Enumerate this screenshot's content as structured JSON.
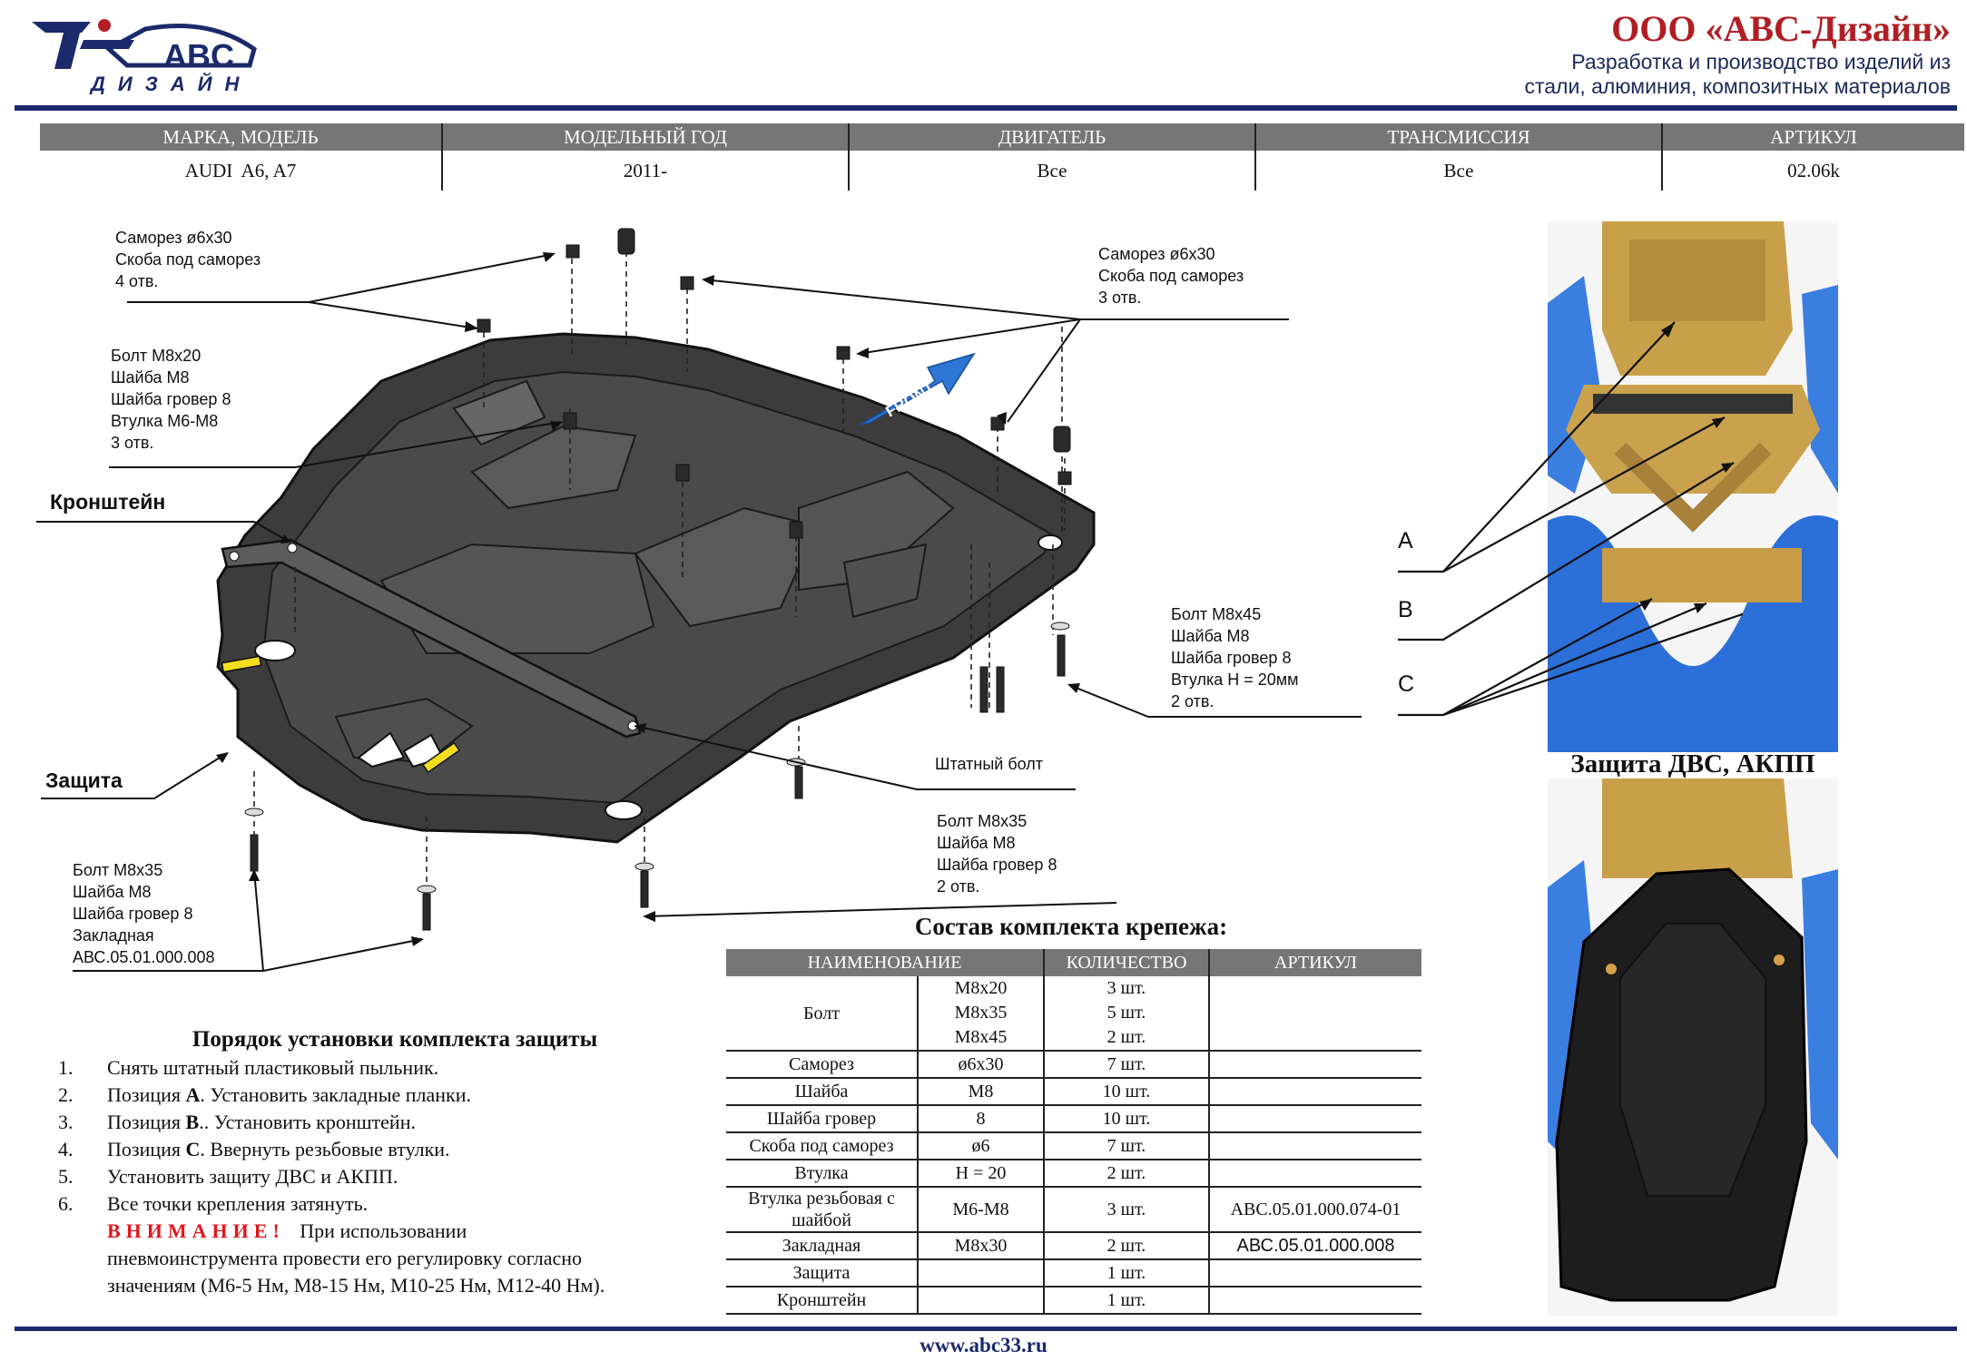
{
  "company": {
    "name": "ООО «АВС-Дизайн»",
    "tagline_1": "Разработка и производство изделий из",
    "tagline_2": "стали, алюминия, композитных материалов"
  },
  "logo": {
    "text_top": "ABC",
    "text_bottom": "ДИЗАЙН"
  },
  "spec_table": {
    "headers": [
      "МАРКА, МОДЕЛЬ",
      "МОДЕЛЬНЫЙ ГОД",
      "ДВИГАТЕЛЬ",
      "ТРАНСМИССИЯ",
      "АРТИКУЛ"
    ],
    "values": [
      "AUDI  A6, A7",
      "2011-",
      "Все",
      "Все",
      "02.06k"
    ]
  },
  "callouts": {
    "screws_left": [
      "Саморез ø6x30",
      "Скоба под саморез",
      "4 отв."
    ],
    "screws_right": [
      "Саморез ø6x30",
      "Скоба под саморез",
      "3 отв."
    ],
    "bolt_m8x20": [
      "Болт М8х20",
      "Шайба М8",
      "Шайба гровер 8",
      "Втулка М6-М8",
      "3 отв."
    ],
    "bracket": "Кронштейн",
    "shield": "Защита",
    "bolt_m8x45": [
      "Болт М8х45",
      "Шайба М8",
      "Шайба гровер 8",
      "Втулка Н = 20мм",
      "2 отв."
    ],
    "std_bolt": "Штатный болт",
    "bolt_m8x35_right": [
      "Болт М8х35",
      "Шайба М8",
      "Шайба гровер 8",
      "2 отв."
    ],
    "bolt_m8x35_left": [
      "Болт М8х35",
      "Шайба М8",
      "Шайба гровер 8",
      "Закладная",
      "АВС.05.01.000.008"
    ],
    "front": "FRONT"
  },
  "procedure": {
    "title": "Порядок установки комплекта защиты",
    "steps": [
      {
        "num": "1.",
        "text": "Снять штатный пластиковый пыльник."
      },
      {
        "num": "2.",
        "pre": "Позиция ",
        "key": "А",
        "text": ". Установить закладные планки."
      },
      {
        "num": "3.",
        "pre": "Позиция ",
        "key": "В",
        "text": ".. Установить кронштейн."
      },
      {
        "num": "4.",
        "pre": "Позиция ",
        "key": "С",
        "text": ". Ввернуть резьбовые втулки."
      },
      {
        "num": "5.",
        "text": "Установить защиту ДВС и АКПП."
      },
      {
        "num": "6.",
        "text": "Все точки крепления затянуть."
      }
    ],
    "warning_label": "ВНИМАНИЕ!",
    "warning_text_1": "При использовании",
    "warning_text_2": "пневмоинструмента провести его регулировку согласно",
    "warning_text_3": "значениям (М6-5 Нм, М8-15 Нм, М10-25 Нм, М12-40 Нм)."
  },
  "kit": {
    "title": "Состав комплекта крепежа:",
    "headers": [
      "НАИМЕНОВАНИЕ",
      "КОЛИЧЕСТВО",
      "АРТИКУЛ"
    ],
    "rows": [
      {
        "name": "Болт",
        "size": [
          "М8х20",
          "М8х35",
          "М8х45"
        ],
        "qty": [
          "3 шт.",
          "5 шт.",
          "2 шт."
        ],
        "art": ""
      },
      {
        "name": "Саморез",
        "size": [
          "ø6х30"
        ],
        "qty": [
          "7 шт."
        ],
        "art": ""
      },
      {
        "name": "Шайба",
        "size": [
          "М8"
        ],
        "qty": [
          "10 шт."
        ],
        "art": ""
      },
      {
        "name": "Шайба гровер",
        "size": [
          "8"
        ],
        "qty": [
          "10 шт."
        ],
        "art": ""
      },
      {
        "name": "Скоба под саморез",
        "size": [
          "ø6"
        ],
        "qty": [
          "7 шт."
        ],
        "art": ""
      },
      {
        "name": "Втулка",
        "size": [
          "H = 20"
        ],
        "qty": [
          "2 шт."
        ],
        "art": ""
      },
      {
        "name": "Втулка резьбовая с шайбой",
        "size": [
          "М6-М8"
        ],
        "qty": [
          "3 шт."
        ],
        "art": "АВС.05.01.000.074-01"
      },
      {
        "name": "Закладная",
        "size": [
          "М8х30"
        ],
        "qty": [
          "2 шт."
        ],
        "art": "АВС.05.01.000.008"
      },
      {
        "name": "Защита",
        "size": [
          ""
        ],
        "qty": [
          "1 шт."
        ],
        "art": ""
      },
      {
        "name": "Кронштейн",
        "size": [
          ""
        ],
        "qty": [
          "1 шт."
        ],
        "art": ""
      }
    ]
  },
  "photos": {
    "caption": "Защита ДВС, АКПП",
    "labels": [
      "A",
      "B",
      "C"
    ]
  },
  "footer": {
    "url": "www.abc33.ru"
  },
  "colors": {
    "brand_blue": "#1b2a6b",
    "brand_red": "#b01e24",
    "header_gray": "#767676",
    "warning_red": "#e0181e"
  }
}
